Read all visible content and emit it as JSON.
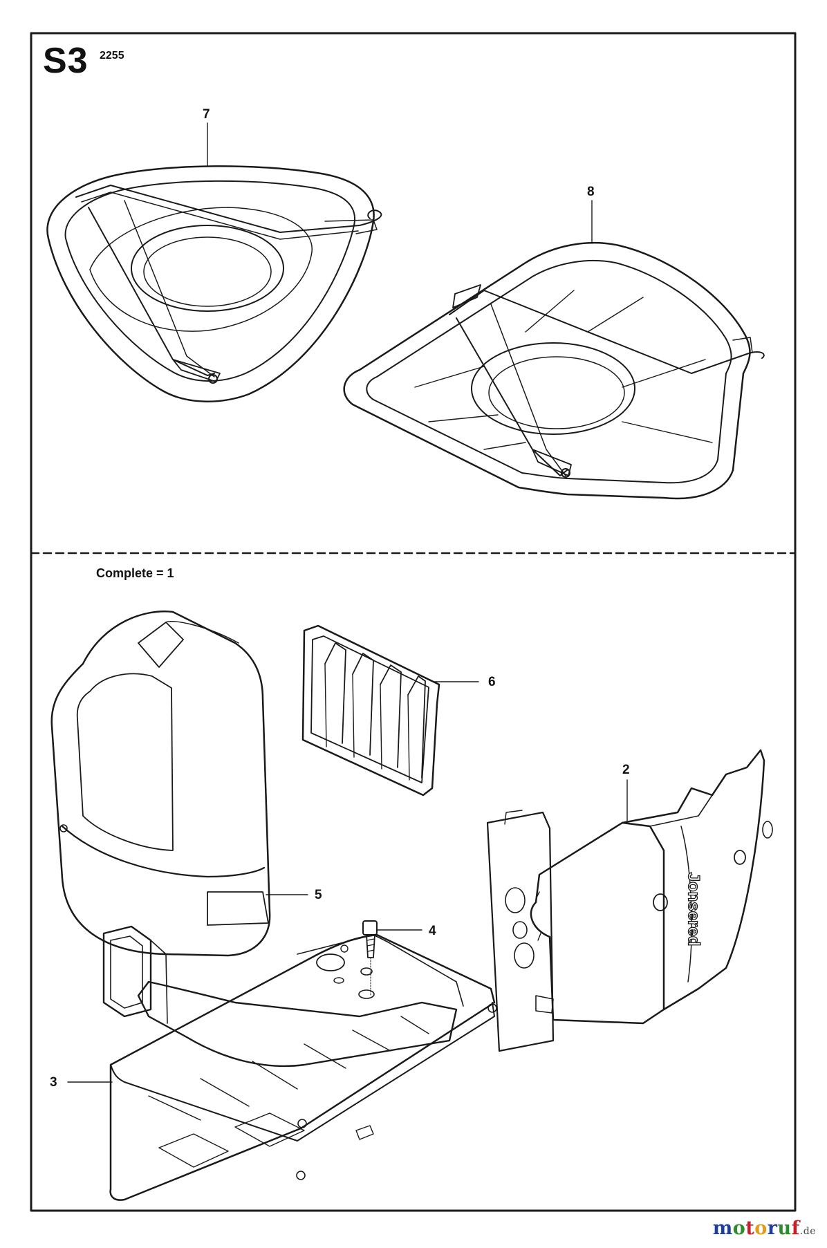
{
  "sheet": {
    "code": "S3",
    "model": "2255",
    "group_note": "Complete = 1"
  },
  "callouts": [
    {
      "id": "7",
      "label": "7",
      "part": "air-filter-cover-rounded"
    },
    {
      "id": "8",
      "label": "8",
      "part": "air-filter-cover-triangular"
    },
    {
      "id": "6",
      "label": "6",
      "part": "air-filter-element"
    },
    {
      "id": "2",
      "label": "2",
      "part": "cylinder-cover"
    },
    {
      "id": "5",
      "label": "5",
      "part": "air-filter-cover"
    },
    {
      "id": "4",
      "label": "4",
      "part": "screw"
    },
    {
      "id": "3",
      "label": "3",
      "part": "air-filter-base"
    }
  ],
  "brand_stamp": "Jonsered",
  "watermark": {
    "letters": [
      "m",
      "o",
      "t",
      "o",
      "r",
      "u",
      "f"
    ],
    "tld": ".de",
    "colors": [
      "#1d3f9b",
      "#2a8c2a",
      "#c8202a",
      "#e59b12",
      "#1d3f9b",
      "#2a8c2a",
      "#c8202a"
    ]
  }
}
